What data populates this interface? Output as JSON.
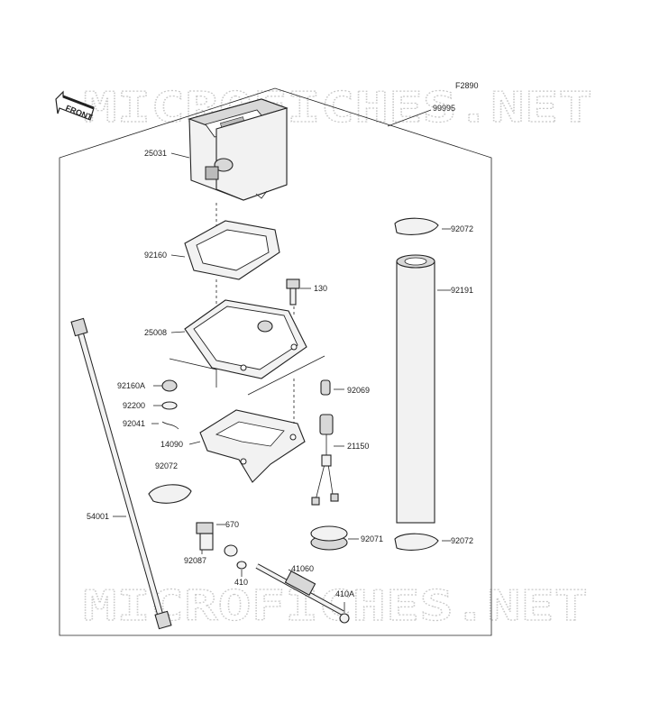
{
  "figure_code": "F2890",
  "watermark": "MICROFICHES.NET",
  "front_label": "FRONT",
  "parts": [
    {
      "id": "p99995",
      "num": "99995"
    },
    {
      "id": "p25031",
      "num": "25031"
    },
    {
      "id": "p92160",
      "num": "92160"
    },
    {
      "id": "p130",
      "num": "130"
    },
    {
      "id": "p25008",
      "num": "25008"
    },
    {
      "id": "p92160A",
      "num": "92160A"
    },
    {
      "id": "p92069",
      "num": "92069"
    },
    {
      "id": "p92200",
      "num": "92200"
    },
    {
      "id": "p92041",
      "num": "92041"
    },
    {
      "id": "p14090",
      "num": "14090"
    },
    {
      "id": "p21150",
      "num": "21150"
    },
    {
      "id": "p92072a",
      "num": "92072"
    },
    {
      "id": "p92191",
      "num": "92191"
    },
    {
      "id": "p92072b",
      "num": "92072"
    },
    {
      "id": "p54001",
      "num": "54001"
    },
    {
      "id": "p670",
      "num": "670"
    },
    {
      "id": "p92071",
      "num": "92071"
    },
    {
      "id": "p92072c",
      "num": "92072"
    },
    {
      "id": "p92087",
      "num": "92087"
    },
    {
      "id": "p410",
      "num": "410"
    },
    {
      "id": "p41060",
      "num": "41060"
    },
    {
      "id": "p410A",
      "num": "410A"
    }
  ]
}
